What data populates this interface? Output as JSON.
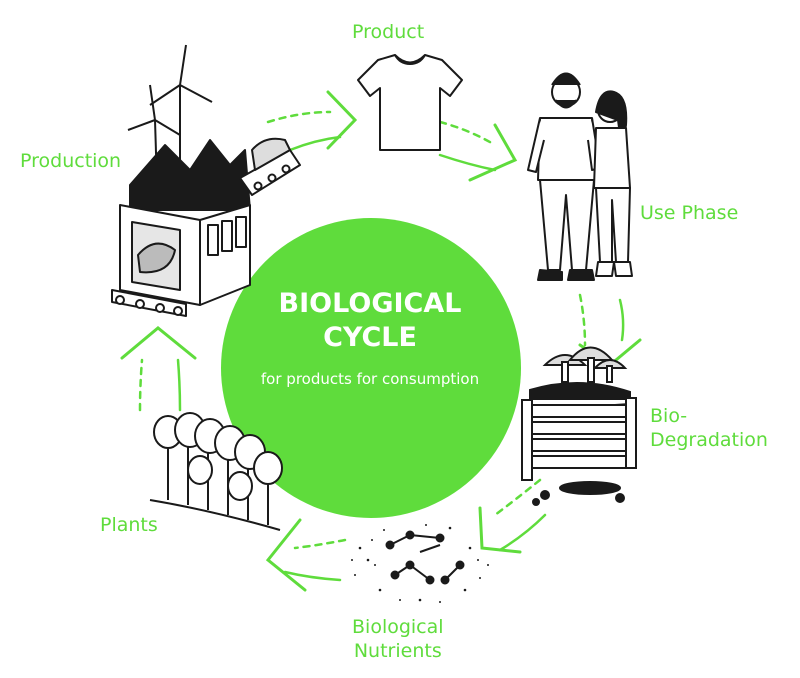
{
  "center": {
    "title_line1": "BIOLOGICAL",
    "title_line2": "CYCLE",
    "subtitle": "for products for consumption"
  },
  "stages": {
    "product": "Product",
    "use_phase": "Use Phase",
    "bio_line1": "Bio-",
    "bio_line2": "Degradation",
    "nutrients_line1": "Biological",
    "nutrients_line2": "Nutrients",
    "plants": "Plants",
    "production": "Production"
  },
  "colors": {
    "accent": "#5fdc3c",
    "ink": "#1a1a1a",
    "background": "#ffffff"
  },
  "icons": [
    "tshirt-icon",
    "people-icon",
    "compost-bin-icon",
    "molecules-icon",
    "trees-icon",
    "factory-icon",
    "wind-turbine-icon"
  ]
}
